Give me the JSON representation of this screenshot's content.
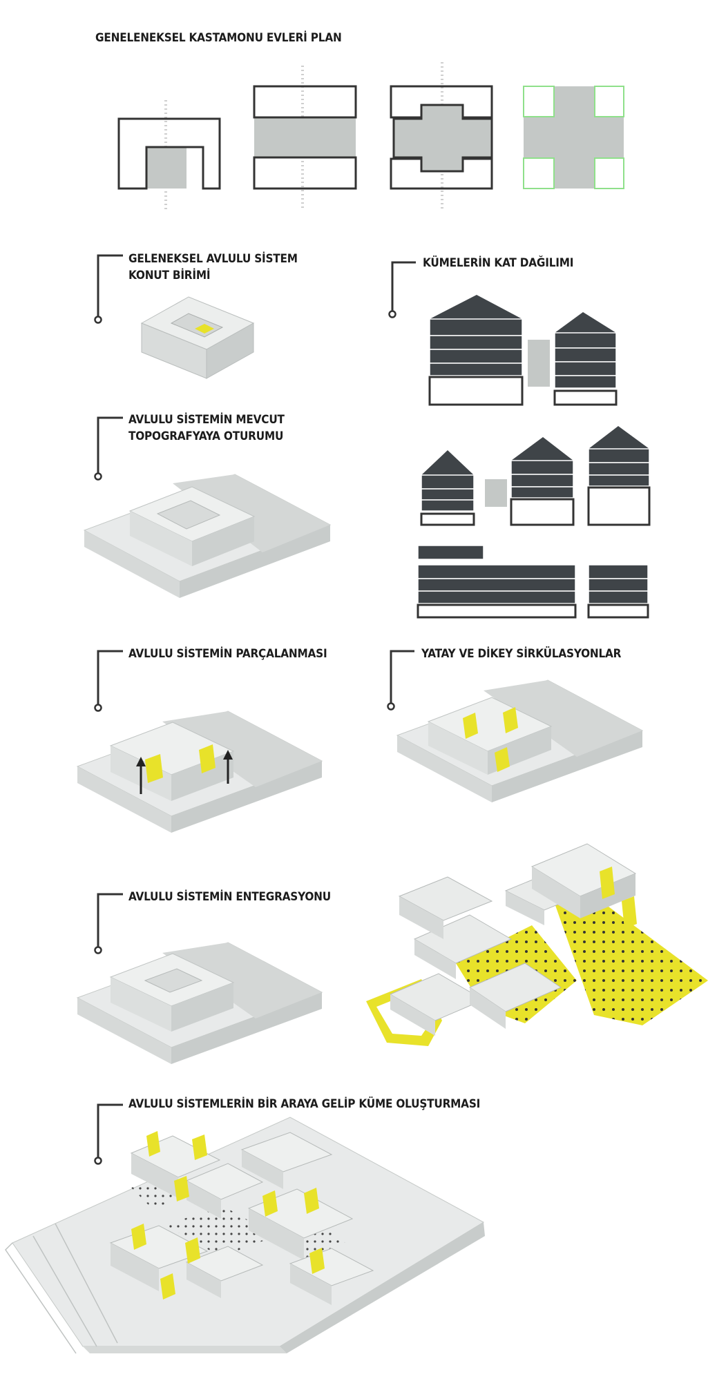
{
  "diagram": {
    "title": "GENELENEKSEL KASTAMONU EVLERİ PLAN",
    "steps": [
      {
        "line1": "GELENEKSEL AVLULU SİSTEM",
        "line2": "KONUT BİRİMİ"
      },
      {
        "line1": "KÜMELERİN KAT DAĞILIMI",
        "line2": ""
      },
      {
        "line1": "AVLULU SİSTEMİN MEVCUT",
        "line2": "TOPOGRAFYAYA OTURUMU"
      },
      {
        "line1": "AVLULU SİSTEMİN PARÇALANMASI",
        "line2": ""
      },
      {
        "line1": "YATAY VE DİKEY SİRKÜLASYONLAR",
        "line2": ""
      },
      {
        "line1": "AVLULU SİSTEMİN ENTEGRASYONU",
        "line2": ""
      },
      {
        "line1": "AVLULU SİSTEMLERİN BİR ARAYA GELİP KÜME OLUŞTURMASI",
        "line2": ""
      }
    ],
    "colors": {
      "accent": "#e8e22a",
      "dark": "#3f4448",
      "mass": "#e6e8e7",
      "shade": "#cdd1d0",
      "plan_fill": "#c4c8c6"
    }
  }
}
